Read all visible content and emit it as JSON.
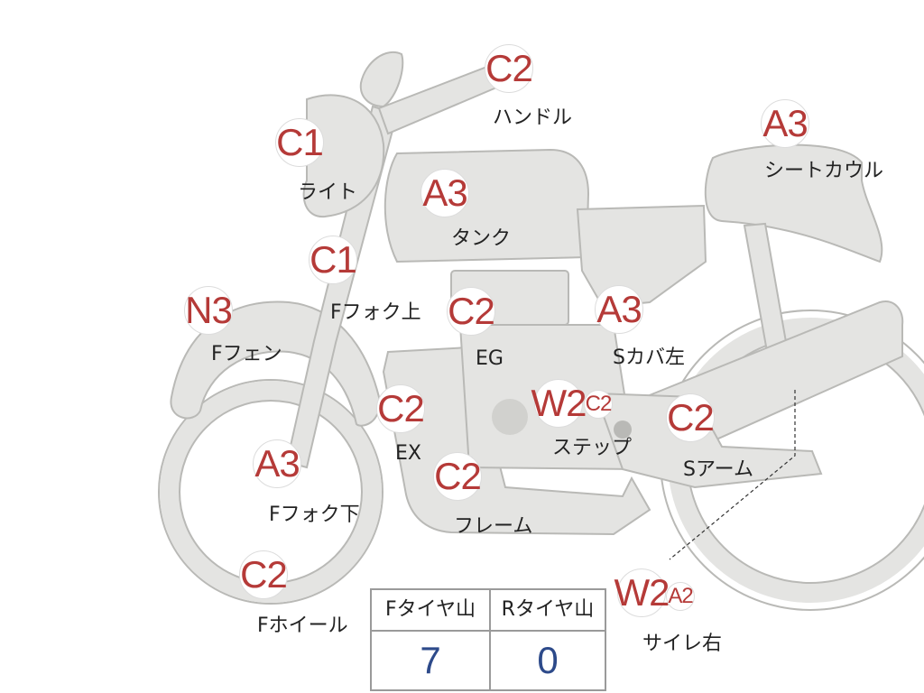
{
  "parts": [
    {
      "id": "handle",
      "grade": "C2",
      "label": "ハンドル"
    },
    {
      "id": "light",
      "grade": "C1",
      "label": "ライト"
    },
    {
      "id": "tank",
      "grade": "A3",
      "label": "タンク"
    },
    {
      "id": "seat-cowl",
      "grade": "A3",
      "label": "シートカウル"
    },
    {
      "id": "fork-upper",
      "grade": "C1",
      "label": "Fフォク上"
    },
    {
      "id": "front-fender",
      "grade": "N3",
      "label": "Fフェン"
    },
    {
      "id": "engine",
      "grade": "C2",
      "label": "EG"
    },
    {
      "id": "side-cover-left",
      "grade": "A3",
      "label": "Sカバ左"
    },
    {
      "id": "exhaust",
      "grade": "C2",
      "label": "EX"
    },
    {
      "id": "step",
      "grade": "W2",
      "grade2": "C2",
      "label": "ステップ"
    },
    {
      "id": "swing-arm",
      "grade": "C2",
      "label": "Sアーム"
    },
    {
      "id": "fork-lower",
      "grade": "A3",
      "label": "Fフォク下"
    },
    {
      "id": "frame",
      "grade": "C2",
      "label": "フレーム"
    },
    {
      "id": "front-wheel",
      "grade": "C2",
      "label": "Fホイール"
    },
    {
      "id": "silencer-right",
      "grade": "W2",
      "grade2": "A2",
      "label": "サイレ右"
    }
  ],
  "tire_tread": {
    "front_label": "Fタイヤ山",
    "front_value": "7",
    "rear_label": "Rタイヤ山",
    "rear_value": "0"
  },
  "colors": {
    "grade": "#b53a38",
    "value": "#2d4a8a",
    "part": "#e4e4e2",
    "outline": "#b9b9b6"
  }
}
